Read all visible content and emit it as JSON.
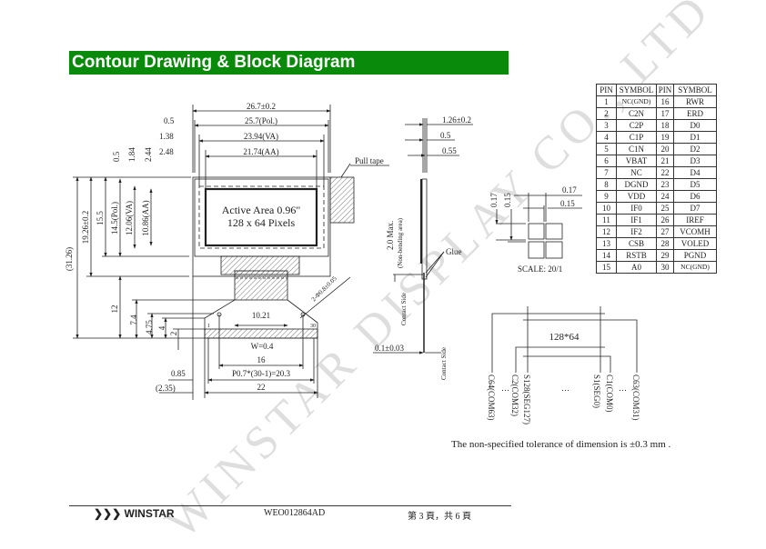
{
  "title": "Contour Drawing & Block Diagram",
  "watermark": "WINSTAR DISPLAY CO., LTD",
  "front_view": {
    "dim_top": [
      "26.7±0.2",
      "0.5",
      "25.7(Pol.)",
      "1.38",
      "23.94(VA)",
      "2.48",
      "21.74(AA)"
    ],
    "dim_left": [
      "(31.26)",
      "19.26±0.2",
      "15.5",
      "14.5(Pol.)",
      "12.06(VA)",
      "10.86(AA)",
      "0.5",
      "1.84",
      "2.44",
      "12",
      "7.4",
      "4.75",
      "4",
      "2"
    ],
    "dim_bottom": [
      "10.21",
      "W=0.4",
      "16",
      "P0.7*(30-1)=20.3",
      "22",
      "0.85",
      "(2.35)"
    ],
    "hole_note": "2-Φ0.8±0.05",
    "active_area_line1": "Active Area 0.96\"",
    "active_area_line2": "128 x 64 Pixels",
    "pin_first": "1",
    "pin_last": "30",
    "pull_tape": "Pull tape"
  },
  "side_view": {
    "dims": [
      "1.26±0.2",
      "0.5",
      "0.55",
      "0.1±0.03"
    ],
    "max_label": "2.0 Max.",
    "non_bending": "(Non-bending area)",
    "glue": "Glue",
    "contact_side": "Contact Side"
  },
  "detail": {
    "dims": [
      "0.17",
      "0.15",
      "0.17",
      "0.15"
    ],
    "scale": "SCALE: 20/1"
  },
  "block": {
    "label": "128*64",
    "pins": [
      "C64(COM63)",
      "C2(COM32)",
      "S128(SEG127)",
      "S1(SEG0)",
      "C1(COM0)",
      "C63(COM31)"
    ],
    "ellipsis": "…"
  },
  "tolerance_note": "The non-specified tolerance of dimension is ±0.3 mm .",
  "pin_table": {
    "headers": [
      "PIN",
      "SYMBOL",
      "PIN",
      "SYMBOL"
    ],
    "rows": [
      [
        "1",
        "NC(GND)",
        "16",
        "RWR"
      ],
      [
        "2",
        "C2N",
        "17",
        "ERD"
      ],
      [
        "3",
        "C2P",
        "18",
        "D0"
      ],
      [
        "4",
        "C1P",
        "19",
        "D1"
      ],
      [
        "5",
        "C1N",
        "20",
        "D2"
      ],
      [
        "6",
        "VBAT",
        "21",
        "D3"
      ],
      [
        "7",
        "NC",
        "22",
        "D4"
      ],
      [
        "8",
        "DGND",
        "23",
        "D5"
      ],
      [
        "9",
        "VDD",
        "24",
        "D6"
      ],
      [
        "10",
        "IF0",
        "25",
        "D7"
      ],
      [
        "11",
        "IF1",
        "26",
        "IREF"
      ],
      [
        "12",
        "IF2",
        "27",
        "VCOMH"
      ],
      [
        "13",
        "CSB",
        "28",
        "VOLED"
      ],
      [
        "14",
        "RSTB",
        "29",
        "PGND"
      ],
      [
        "15",
        "A0",
        "30",
        "NC(GND)"
      ]
    ]
  },
  "footer": {
    "logo": "WINSTAR",
    "doc_number": "WEO012864AD",
    "page": "第 3 頁，共 6 頁"
  }
}
